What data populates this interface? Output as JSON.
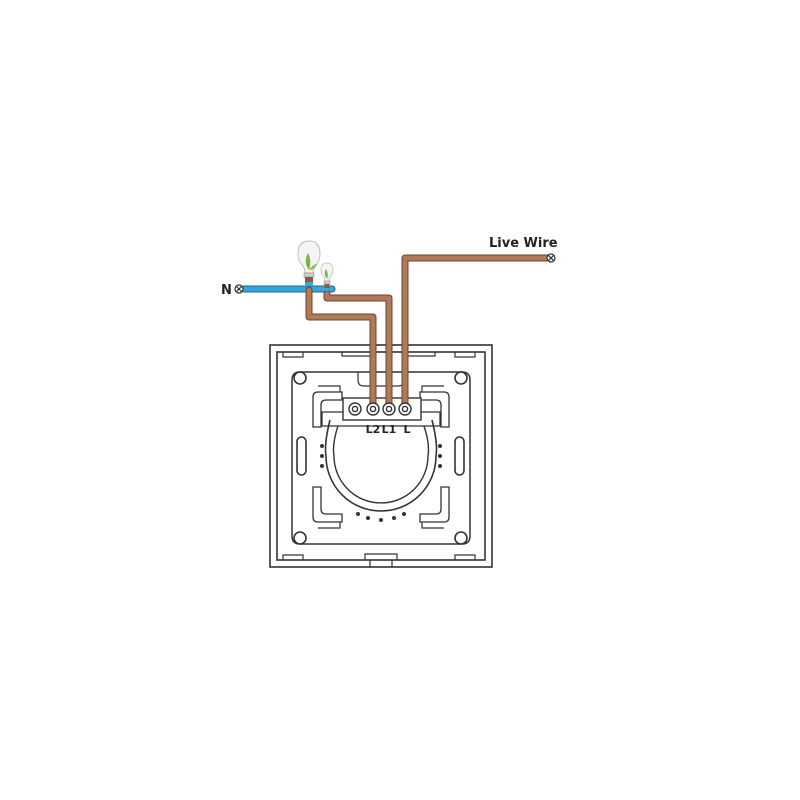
{
  "labels": {
    "neutral": "N",
    "live_wire": "Live Wire",
    "terminal_l2": "L2",
    "terminal_l1": "L1",
    "terminal_l": "L"
  },
  "colors": {
    "live_wire": "#b07a58",
    "neutral_wire": "#2fa8df",
    "outline": "#333333",
    "bulb_glass": "#f4f4f4",
    "bulb_leaf": "#7cb342",
    "bulb_base": "#8a5a3c"
  },
  "icons": {
    "lamp_1": "eco-bulb-icon",
    "lamp_2": "eco-bulb-icon",
    "neutral_terminal": "wire-end-icon",
    "live_terminal": "wire-end-icon"
  }
}
